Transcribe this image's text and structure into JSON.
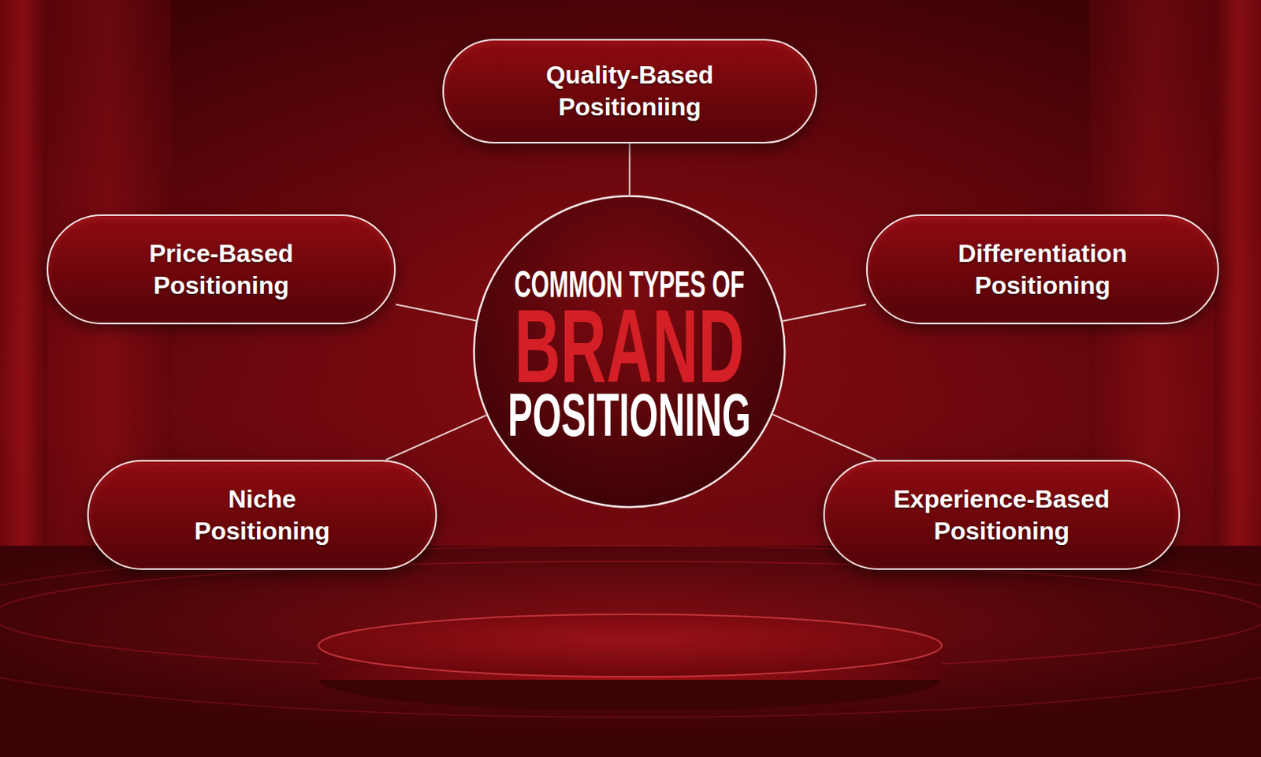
{
  "diagram": {
    "nodes": [
      {
        "text": [
          "Quality-Based Positioniing"
        ]
      },
      {
        "text": [
          "Price-Based Positioning"
        ]
      },
      {
        "text": [
          "COMMON TYPES OF",
          "BRAND",
          "POSITIONING"
        ]
      },
      {
        "text": [
          "Differentiation Positioning"
        ]
      },
      {
        "text": [
          "Niche Positioning"
        ]
      },
      {
        "text": [
          "Experience-Based Positioning"
        ]
      }
    ],
    "edges": [
      {
        "from": 2,
        "to": 0,
        "arrow": "none"
      },
      {
        "from": 2,
        "to": 1,
        "arrow": "none"
      },
      {
        "from": 2,
        "to": 3,
        "arrow": "none"
      },
      {
        "from": 2,
        "to": 4,
        "arrow": "none"
      },
      {
        "from": 2,
        "to": 5,
        "arrow": "none"
      }
    ]
  }
}
